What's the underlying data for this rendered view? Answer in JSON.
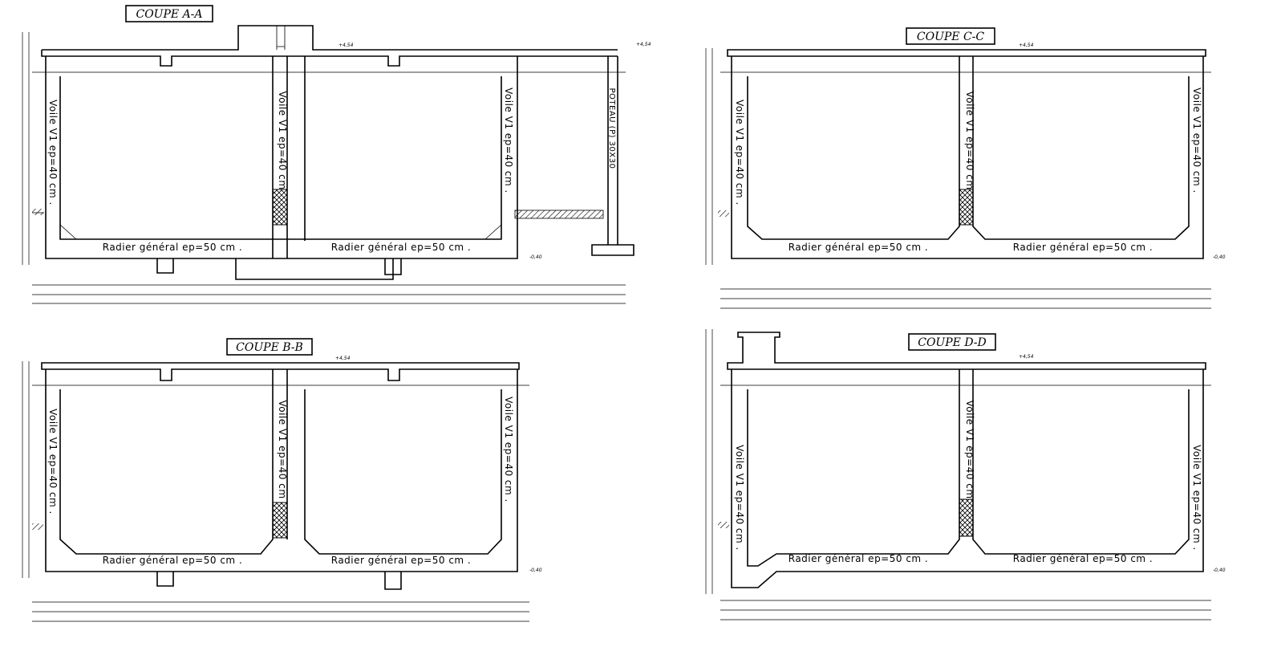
{
  "sections": {
    "aa": {
      "title": "COUPE A-A",
      "wall_left": "Voile V1 ep=40 cm .",
      "wall_mid": "Voile V1 ep=40 cm",
      "wall_right": "Voile V1 ep=40 cm .",
      "slab_left": "Radier général ep=50 cm .",
      "slab_right": "Radier général ep=50 cm .",
      "poteau": "POTEAU (P) 30X30",
      "level_top": "+4,54",
      "level_bottom": "-0,40"
    },
    "bb": {
      "title": "COUPE B-B",
      "wall_left": "Voile V1 ep=40 cm .",
      "wall_mid": "Voile V1 ep=40 cm",
      "wall_right": "Voile V1 ep=40 cm .",
      "slab_left": "Radier général ep=50 cm .",
      "slab_right": "Radier général ep=50 cm .",
      "level_top": "+4,54",
      "level_bottom": "-0,40"
    },
    "cc": {
      "title": "COUPE C-C",
      "wall_left": "Voile V1 ep=40 cm .",
      "wall_mid": "Voile V1 ep=40 cm",
      "wall_right": "Voile V1 ep=40 cm .",
      "slab_left": "Radier général ep=50 cm .",
      "slab_right": "Radier général ep=50 cm .",
      "level_top": "+4,54",
      "level_bottom": "-0,40"
    },
    "dd": {
      "title": "COUPE D-D",
      "wall_left": "Voile V1 ep=40 cm .",
      "wall_mid": "Voile V1 ep=40 cm",
      "wall_right": "Voile V1 ep=40 cm .",
      "slab_left": "Radier général ep=50 cm .",
      "slab_right": "Radier général ep=50 cm .",
      "level_top": "+4,54",
      "level_bottom": "-0,40"
    }
  }
}
